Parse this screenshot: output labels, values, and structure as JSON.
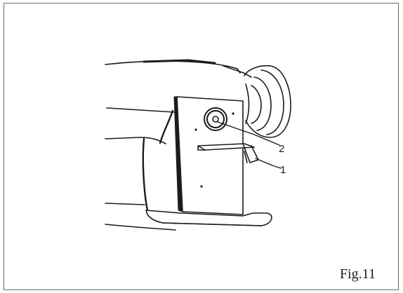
{
  "figure": {
    "caption": "Fig.11",
    "callouts": [
      {
        "number": "2",
        "target": "dial"
      },
      {
        "number": "1",
        "target": "lever"
      }
    ]
  }
}
